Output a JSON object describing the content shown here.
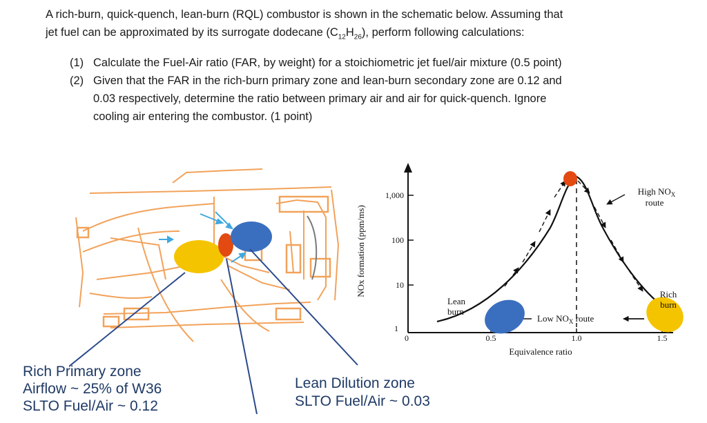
{
  "problem": {
    "intro_line1": "A rich-burn, quick-quench, lean-burn (RQL) combustor is shown in the schematic below.  Assuming that",
    "intro_line2_pre": "jet fuel can be approximated by its surrogate dodecane (C",
    "intro_sub1": "12",
    "intro_mid": "H",
    "intro_sub2": "26",
    "intro_line2_post": "), perform following calculations:",
    "q1_num": "(1)",
    "q1_text": "Calculate the Fuel-Air ratio (FAR, by weight) for a stoichiometric jet fuel/air mixture (0.5 point)",
    "q2_num": "(2)",
    "q2_line1": "Given that the FAR in the rich-burn primary zone and lean-burn secondary zone are 0.12 and",
    "q2_line2": "0.03 respectively, determine the ratio between primary air and air for quick-quench.  Ignore",
    "q2_line3": "cooling air entering the combustor. (1 point)"
  },
  "combustor_labels": {
    "rich_line1": "Rich Primary zone",
    "rich_line2": "Airflow ~ 25% of W36",
    "rich_line3": "SLTO Fuel/Air ~ 0.12",
    "lean_line1": "Lean Dilution zone",
    "lean_line2": "SLTO Fuel/Air ~ 0.03"
  },
  "nox_chart": {
    "ylabel": "NOx formation (ppm/ms)",
    "xlabel": "Equivalence ratio",
    "y_ticks": [
      "1,000",
      "100",
      "10",
      "1"
    ],
    "x_ticks": [
      "0",
      "0.5",
      "1.0",
      "1.5"
    ],
    "annotation_high": "High NOx route",
    "annotation_high_1": "High NO",
    "annotation_high_sub": "X",
    "annotation_high_2": "route",
    "annotation_low_1": "Low NO",
    "annotation_low_sub": "X",
    "annotation_low_2": " route",
    "annotation_lean_1": "Lean",
    "annotation_lean_2": "burn",
    "annotation_rich_1": "Rich",
    "annotation_rich_2": "burn",
    "colors": {
      "lean_zone": "#3a6fc0",
      "rich_zone": "#f5c400",
      "quench": "#e24a12"
    }
  },
  "zone_colors": {
    "rich": "#f5c400",
    "quench": "#e24a12",
    "lean": "#3a6fc0",
    "hardware": "#f2a25a",
    "pointer": "#2b4a8a"
  }
}
